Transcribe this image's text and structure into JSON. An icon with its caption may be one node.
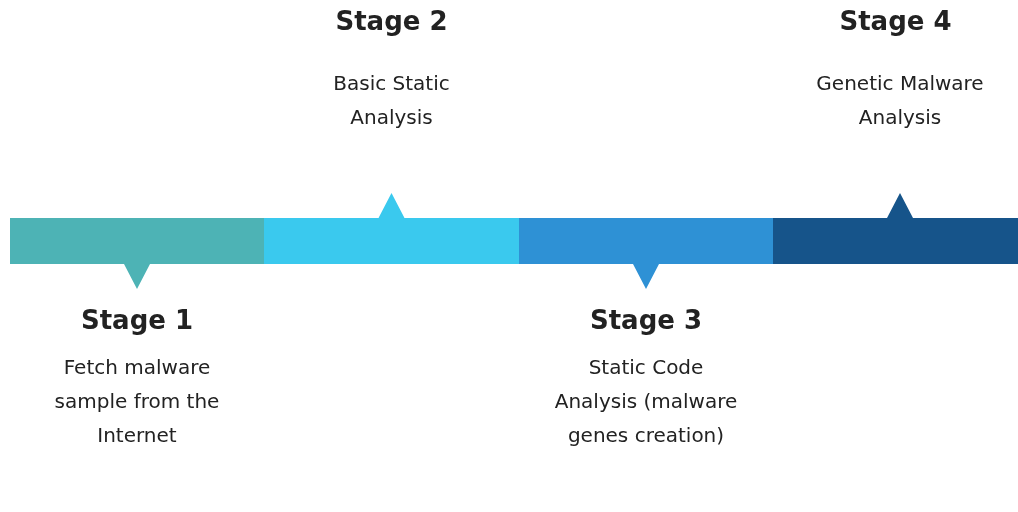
{
  "diagram": {
    "nodes": [
      {
        "text": [
          "Stage 1",
          "Fetch malware sample from the Internet"
        ]
      },
      {
        "text": [
          "Stage 2",
          "Basic Static Analysis"
        ]
      },
      {
        "text": [
          "Stage 3",
          "Static Code Analysis (malware genes creation)"
        ]
      },
      {
        "text": [
          "Stage 4",
          "Genetic Malware Analysis"
        ]
      }
    ]
  }
}
